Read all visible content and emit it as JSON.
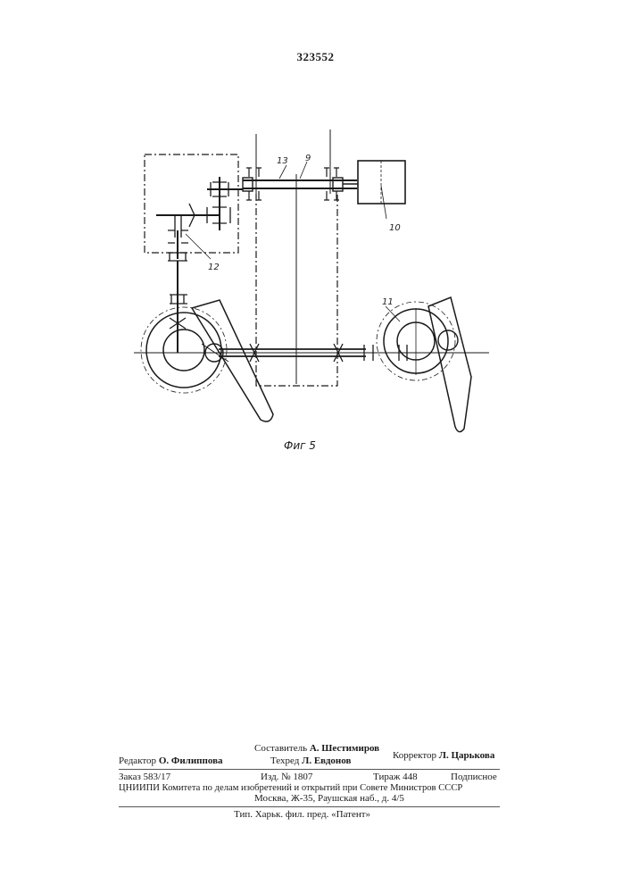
{
  "patent_number": "323552",
  "figure": {
    "caption": "Фиг 5",
    "labels": {
      "l9": "9",
      "l10": "10",
      "l11": "11",
      "l12": "12",
      "l13": "13"
    }
  },
  "imprint": {
    "compiler_label": "Составитель",
    "compiler_name": "А. Шестимиров",
    "editor_label": "Редактор",
    "editor_name": "О. Филиппова",
    "techred_label": "Техред",
    "techred_name": "Л. Евдонов",
    "corrector_label": "Корректор",
    "corrector_name": "Л. Царькова",
    "order": "Заказ 583/17",
    "edition": "Изд. № 1807",
    "circulation": "Тираж 448",
    "subscription": "Подписное",
    "institute": "ЦНИИПИ Комитета по делам изобретений и открытий при Совете Министров СССР",
    "address": "Москва, Ж-35, Раушская наб., д. 4/5",
    "printer": "Тип. Харьк. фил. пред. «Патент»"
  }
}
